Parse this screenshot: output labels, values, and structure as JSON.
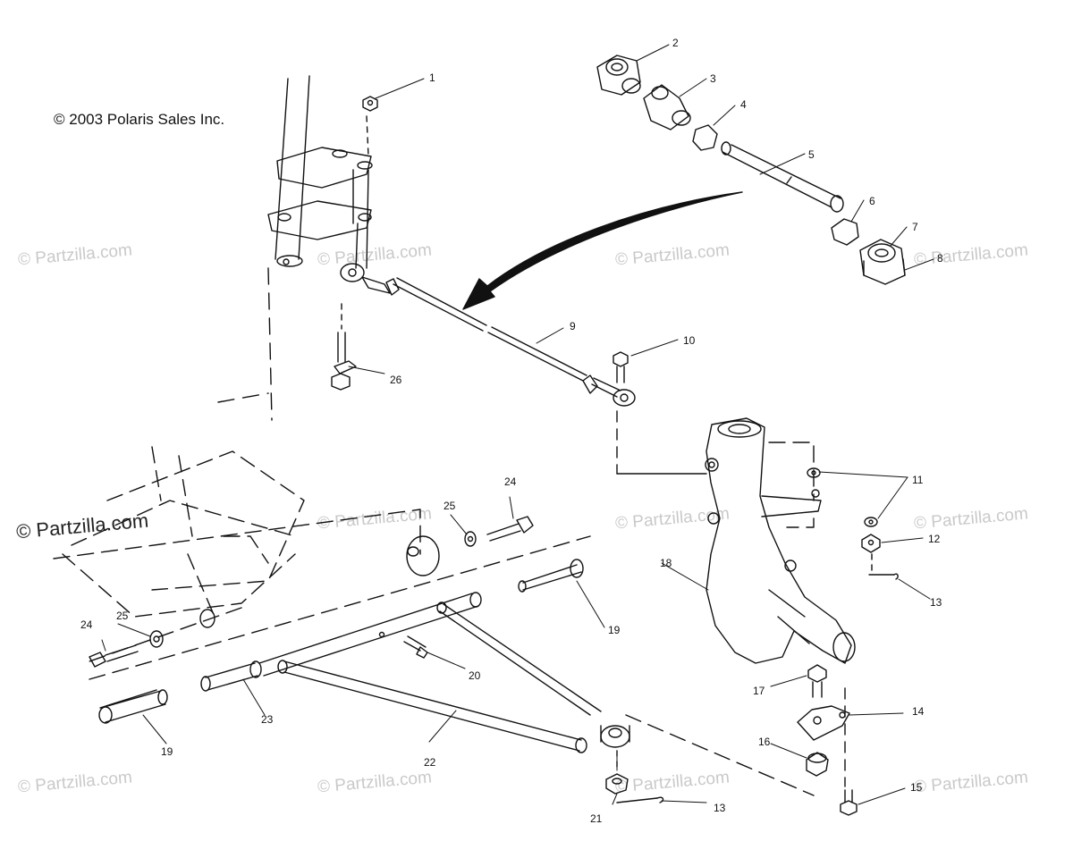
{
  "copyright": "© 2003 Polaris Sales Inc.",
  "watermarks": {
    "text": "© Partzilla.com",
    "strong_text": "© Partzilla.com"
  },
  "callouts": {
    "c1": "1",
    "c2": "2",
    "c3": "3",
    "c4": "4",
    "c5": "5",
    "c6": "6",
    "c7": "7",
    "c8": "8",
    "c9": "9",
    "c10": "10",
    "c11": "11",
    "c12": "12",
    "c13a": "13",
    "c13b": "13",
    "c14": "14",
    "c15": "15",
    "c16": "16",
    "c17": "17",
    "c18": "18",
    "c19a": "19",
    "c19b": "19",
    "c20": "20",
    "c21": "21",
    "c22": "22",
    "c23": "23",
    "c24a": "24",
    "c24b": "24",
    "c25a": "25",
    "c25b": "25",
    "c26": "26"
  }
}
